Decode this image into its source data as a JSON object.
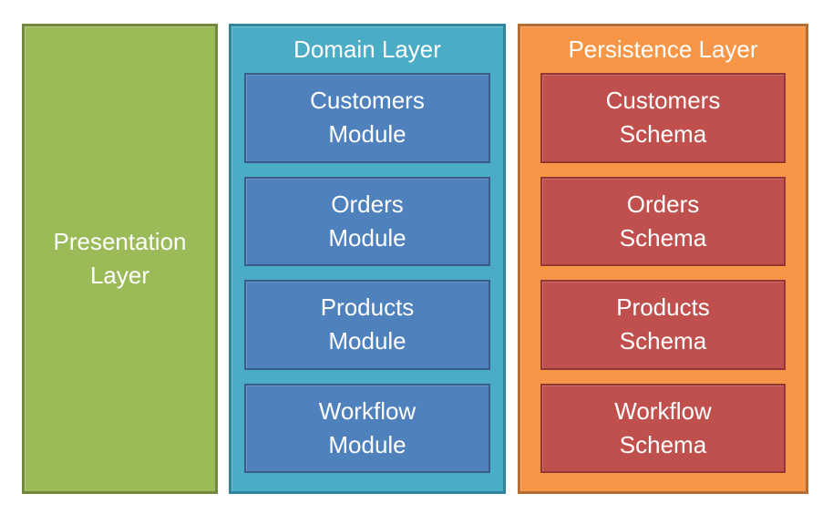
{
  "diagram": {
    "layers": {
      "presentation": {
        "title": "Presentation Layer"
      },
      "domain": {
        "title": "Domain Layer",
        "items": [
          {
            "line1": "Customers",
            "line2": "Module"
          },
          {
            "line1": "Orders",
            "line2": "Module"
          },
          {
            "line1": "Products",
            "line2": "Module"
          },
          {
            "line1": "Workflow",
            "line2": "Module"
          }
        ]
      },
      "persistence": {
        "title": "Persistence Layer",
        "items": [
          {
            "line1": "Customers",
            "line2": "Schema"
          },
          {
            "line1": "Orders",
            "line2": "Schema"
          },
          {
            "line1": "Products",
            "line2": "Schema"
          },
          {
            "line1": "Workflow",
            "line2": "Schema"
          }
        ]
      }
    },
    "colors": {
      "background": "#FFFFFF",
      "text": "#FFFFFF",
      "presentation_fill": "#9BBB59",
      "presentation_border": "#71893F",
      "domain_fill": "#4BACC6",
      "domain_border": "#31859B",
      "module_fill": "#4F81BD",
      "module_border": "#385D8A",
      "persistence_fill": "#F79646",
      "persistence_border": "#B66D31",
      "schema_fill": "#C0504D",
      "schema_border": "#943634"
    }
  }
}
